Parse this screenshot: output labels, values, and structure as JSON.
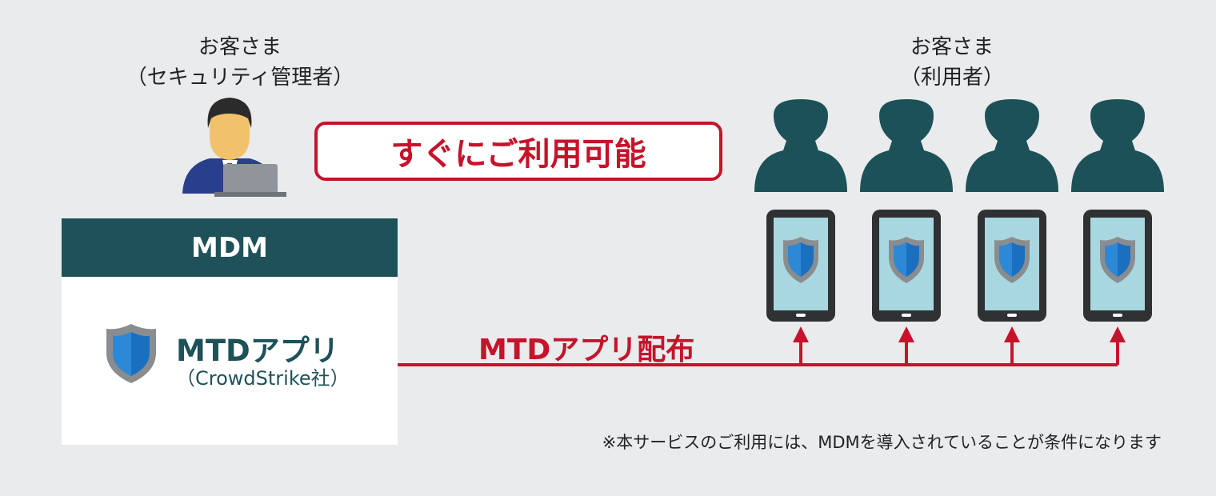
{
  "admin": {
    "line1": "お客さま",
    "line2": "（セキュリティ管理者）"
  },
  "users": {
    "line1": "お客さま",
    "line2": "（利用者）",
    "count": 4
  },
  "badge": {
    "text": "すぐにご利用可能"
  },
  "mdm": {
    "header": "MDM",
    "app_title": "MTDアプリ",
    "app_vendor": "（CrowdStrike社）"
  },
  "distribution": {
    "label": "MTDアプリ配布"
  },
  "footnote": "※本サービスのご利用には、MDMを導入されていることが条件になります",
  "colors": {
    "accent_red": "#c6132b",
    "dark_teal": "#1e5158",
    "person": "#1d5158",
    "shield_blue": "#1a6fc0",
    "shield_gray": "#8a8d90",
    "screen": "#a9d7df"
  },
  "icons": [
    "admin-person-laptop-icon",
    "user-silhouette-icon",
    "tablet-icon",
    "shield-icon",
    "arrow-up-icon"
  ]
}
